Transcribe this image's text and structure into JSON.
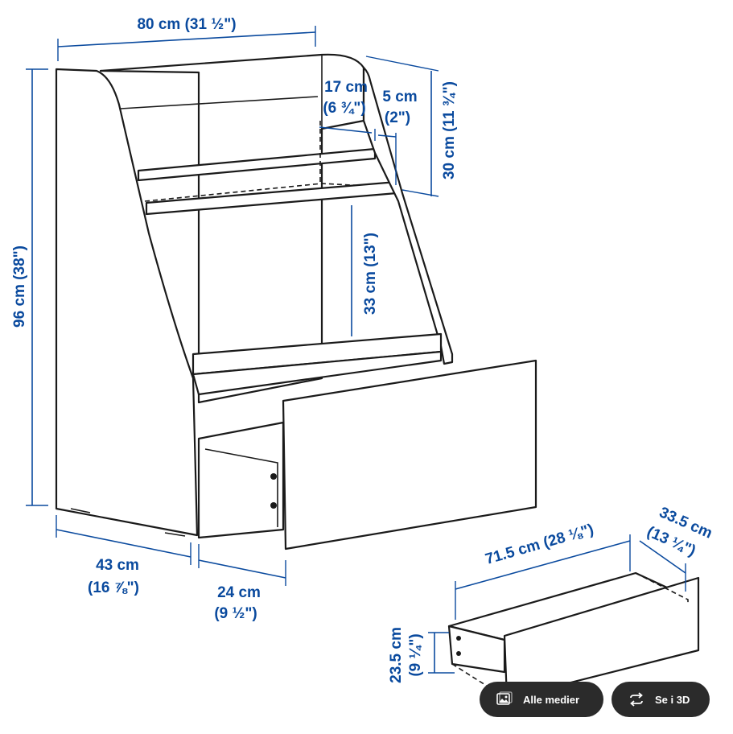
{
  "dimensions": {
    "width_total": "80 cm (31 ½\")",
    "depth_top_cm": "17 cm",
    "depth_top_in": "(6 ¾\")",
    "rail_cm": "5 cm",
    "rail_in": "(2\")",
    "top_height": "30 cm (11 ¾\")",
    "total_height": "96 cm (38\")",
    "shelf_gap": "33 cm (13\")",
    "base_depth_cm": "43 cm",
    "base_depth_in": "(16 ⅞\")",
    "drawer_ext_cm": "24 cm",
    "drawer_ext_in": "(9 ½\")",
    "drawer_width": "71.5 cm (28 ⅛\")",
    "drawer_depth_cm": "33.5 cm",
    "drawer_depth_in": "(13 ¼\")",
    "drawer_height_cm": "23.5 cm",
    "drawer_height_in": "(9 ¼\")"
  },
  "buttons": {
    "all_media": "Alle medier",
    "view_3d": "Se i 3D"
  },
  "colors": {
    "dimension_blue": "#0a4a9e",
    "line_black": "#1a1a1a",
    "button_bg": "#2b2b2b"
  }
}
